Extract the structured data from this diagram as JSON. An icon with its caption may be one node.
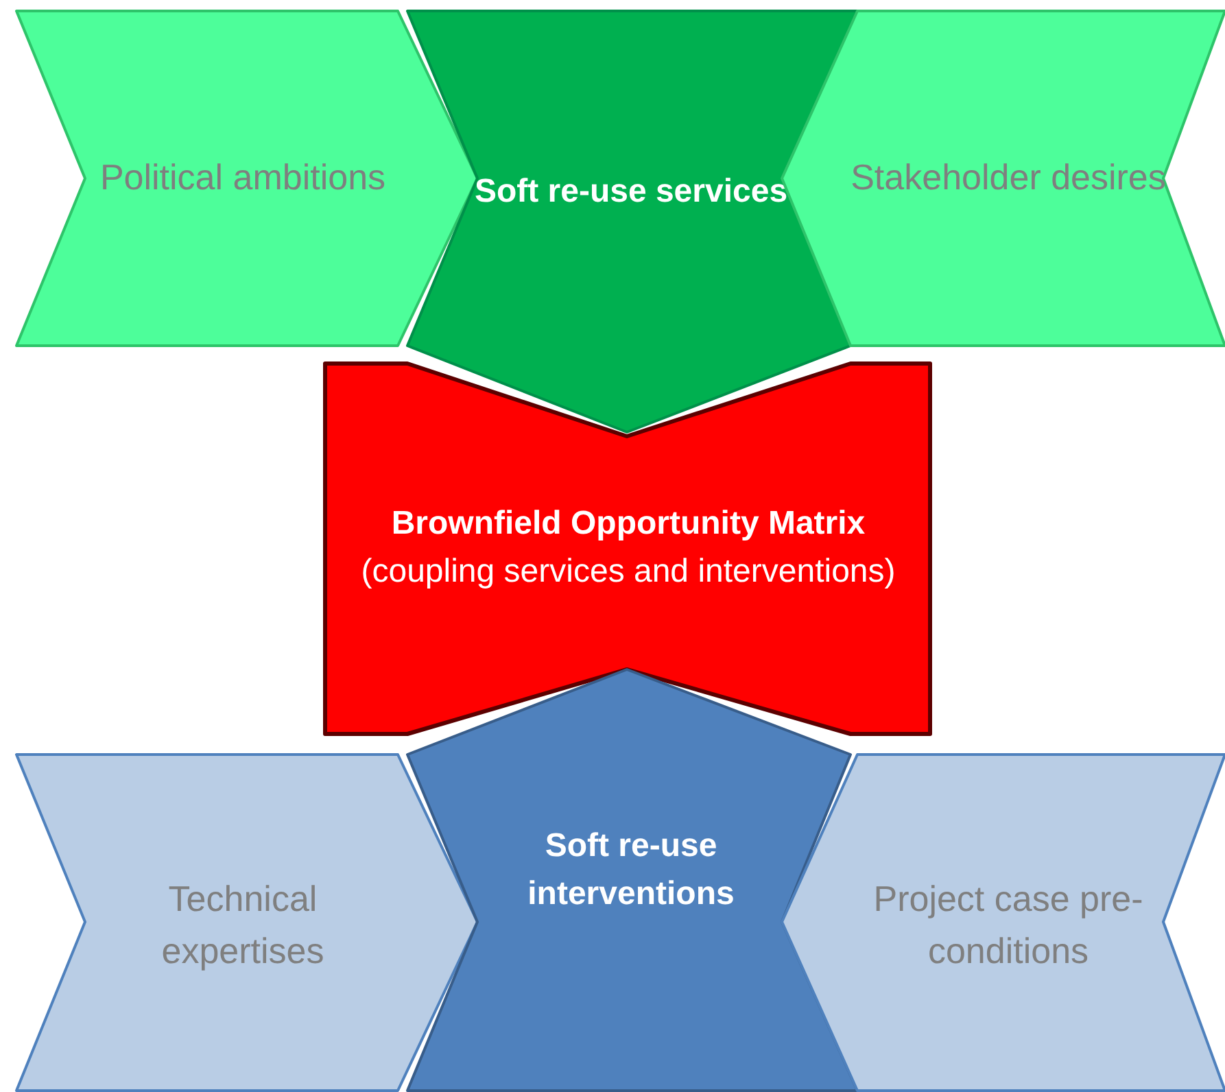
{
  "diagram": {
    "nodes": [
      {
        "text": [
          "Political ambitions"
        ]
      },
      {
        "text": [
          "Soft re-use services"
        ]
      },
      {
        "text": [
          "Stakeholder desires"
        ]
      },
      {
        "text": [
          "Brownfield Opportunity Matrix",
          "(coupling services and interventions)"
        ]
      },
      {
        "text": [
          "Technical expertises"
        ]
      },
      {
        "text": [
          "Soft re-use interventions"
        ]
      },
      {
        "text": [
          "Project case pre-conditions"
        ]
      }
    ]
  }
}
